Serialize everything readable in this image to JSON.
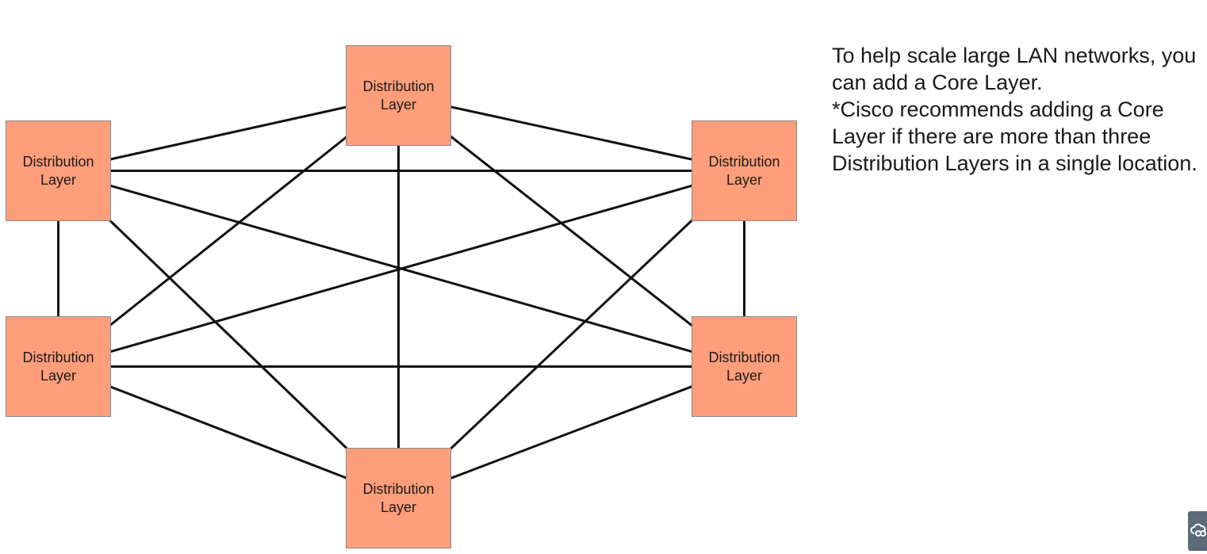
{
  "diagram": {
    "nodes": [
      {
        "id": "top",
        "label": "Distribution\nLayer"
      },
      {
        "id": "ul",
        "label": "Distribution\nLayer"
      },
      {
        "id": "ur",
        "label": "Distribution\nLayer"
      },
      {
        "id": "ll",
        "label": "Distribution\nLayer"
      },
      {
        "id": "lr",
        "label": "Distribution\nLayer"
      },
      {
        "id": "bottom",
        "label": "Distribution\nLayer"
      }
    ],
    "edges": [
      [
        "top",
        "ul"
      ],
      [
        "top",
        "ur"
      ],
      [
        "top",
        "ll"
      ],
      [
        "top",
        "lr"
      ],
      [
        "top",
        "bottom"
      ],
      [
        "ul",
        "ur"
      ],
      [
        "ul",
        "ll"
      ],
      [
        "ul",
        "lr"
      ],
      [
        "ul",
        "bottom"
      ],
      [
        "ur",
        "ll"
      ],
      [
        "ur",
        "lr"
      ],
      [
        "ur",
        "bottom"
      ],
      [
        "ll",
        "lr"
      ],
      [
        "ll",
        "bottom"
      ],
      [
        "lr",
        "bottom"
      ]
    ],
    "node_color": "#ff9e7a",
    "link_color": "#111111"
  },
  "note": {
    "line1": "To help scale large LAN networks, you can add a Core Layer.",
    "line2": "*Cisco recommends adding a Core Layer if there are more than three Distribution Layers in a single location."
  },
  "corner_widget": {
    "icon": "cloud-link-icon"
  }
}
